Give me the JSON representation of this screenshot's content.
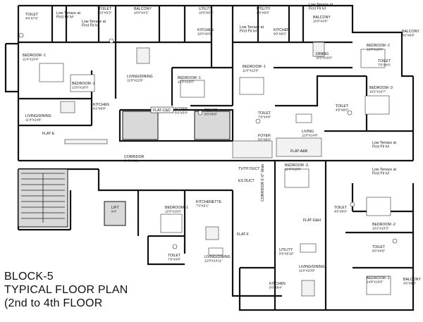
{
  "title": {
    "line1": "BLOCK-5",
    "line2": "TYPICAL FLOOR PLAN",
    "line3": "(2nd to 4th FLOOR"
  },
  "rooms": [
    {
      "id": "r1",
      "name": "TOILET",
      "dim": "4'6\"X7'6\""
    },
    {
      "id": "r2",
      "name": "Low Terrace at First Flr lvl",
      "dim": ""
    },
    {
      "id": "r3",
      "name": "Low Terrace at First Flr lvl",
      "dim": ""
    },
    {
      "id": "r4",
      "name": "TOILET",
      "dim": "6'6\"X5'3\""
    },
    {
      "id": "r5",
      "name": "BALCONY",
      "dim": "10'0\"X4'2\""
    },
    {
      "id": "r6",
      "name": "UTILITY",
      "dim": "10'0\"X6'6\""
    },
    {
      "id": "r7",
      "name": "KITCHEN",
      "dim": "10'0\"X8'0\""
    },
    {
      "id": "r8",
      "name": "UTILITY",
      "dim": "9'0\"X6'6\""
    },
    {
      "id": "r9",
      "name": "Low Terrace at First Flr lvl",
      "dim": ""
    },
    {
      "id": "r10",
      "name": "KITCHEN",
      "dim": "9'0\"X8'0\""
    },
    {
      "id": "r11",
      "name": "Low Terrace at First Flr lvl",
      "dim": ""
    },
    {
      "id": "r12",
      "name": "BALCONY",
      "dim": "10'0\"X4'0\""
    },
    {
      "id": "r13",
      "name": "BALCONY",
      "dim": "3'6\"X8'6\""
    },
    {
      "id": "r14",
      "name": "BEDROOM -1",
      "dim": "11'4\"X10'4\""
    },
    {
      "id": "r15",
      "name": "BEDROOM -2",
      "dim": "12'0\"X10'0\""
    },
    {
      "id": "r16",
      "name": "LIVING/DINING",
      "dim": "11'0\"X22'9\""
    },
    {
      "id": "r17",
      "name": "BEDROOM -1",
      "dim": "12'0\"X10'0\""
    },
    {
      "id": "r18",
      "name": "BEDROOM -1",
      "dim": "11'0\"X12'0\""
    },
    {
      "id": "r19",
      "name": "DINING",
      "dim": "10'0\"X10'0\""
    },
    {
      "id": "r20",
      "name": "BEDROOM -2",
      "dim": "12'0\"X10'0\""
    },
    {
      "id": "r21",
      "name": "TOILET",
      "dim": "7'6\"X4'6\""
    },
    {
      "id": "r22",
      "name": "BEDROOM -3",
      "dim": "10'2\"X10'7\""
    },
    {
      "id": "r23",
      "name": "KITCHEN",
      "dim": "6'2\"X8'8\""
    },
    {
      "id": "r24",
      "name": "LIVING/DINING",
      "dim": "11'4\"X14'6\""
    },
    {
      "id": "r25",
      "name": "FOYER",
      "dim": "5'0\"X5'0\""
    },
    {
      "id": "r26",
      "name": "TOILET",
      "dim": "8'0\"X5'6\""
    },
    {
      "id": "r27",
      "name": "TOILET",
      "dim": "7'9\"X4'8\""
    },
    {
      "id": "r28",
      "name": "LIVING",
      "dim": "11'0\"X14'0\""
    },
    {
      "id": "r29",
      "name": "TOILET",
      "dim": "4'8\"X8'0\""
    },
    {
      "id": "r30",
      "name": "FOYER",
      "dim": "5'0\"X5'0\""
    },
    {
      "id": "r31",
      "name": "Low Terrace at First Flr lvl",
      "dim": ""
    },
    {
      "id": "r32",
      "name": "CORRIDOR",
      "dim": "6'-0\" Wide"
    },
    {
      "id": "r33",
      "name": "BEDROOM -3",
      "dim": "11'0\"X10'6\""
    },
    {
      "id": "r34",
      "name": "Low Terrace at First Flr lvl",
      "dim": ""
    },
    {
      "id": "r35",
      "name": "LIFT",
      "dim": "8-P"
    },
    {
      "id": "r36",
      "name": "BEDROOM -1",
      "dim": "12'0\"X10'0\""
    },
    {
      "id": "r37",
      "name": "KITCHENETTE",
      "dim": "7'3\"X5'1\""
    },
    {
      "id": "r38",
      "name": "TOILET",
      "dim": "4'6\"X8'0\""
    },
    {
      "id": "r39",
      "name": "BEDROOM -2",
      "dim": "10'2\"X10'3\""
    },
    {
      "id": "r40",
      "name": "TOILET",
      "dim": "7'9\"X4'8\""
    },
    {
      "id": "r41",
      "name": "LIVING/DINING",
      "dim": "12'0\"X14'11\""
    },
    {
      "id": "r42",
      "name": "UTILITY",
      "dim": "5'8\"X5'10\""
    },
    {
      "id": "r43",
      "name": "LIVING/DINING",
      "dim": "11'0\"X23'0\""
    },
    {
      "id": "r44",
      "name": "TOILET",
      "dim": "8'0\"X4'8\""
    },
    {
      "id": "r45",
      "name": "KITCHEN",
      "dim": "6'0\"X8'4\""
    },
    {
      "id": "r46",
      "name": "BEDROOM -1",
      "dim": "14'8\"X10'6\""
    },
    {
      "id": "r47",
      "name": "BALCONY",
      "dim": "3'6\"X8'6\""
    }
  ],
  "tags": {
    "flat_e": "FLAT-E",
    "flat_cd": "FLAT-C&D",
    "flat_ab": "FLAT-A&B",
    "flat_f": "FLAT-F",
    "flat_gh": "FLAT-G&H",
    "tv_duct": "TV/TP DUCT",
    "es_duct": "ES DUCT",
    "corridor_vert": "CORRIDOR 6'-0\" Wide"
  }
}
